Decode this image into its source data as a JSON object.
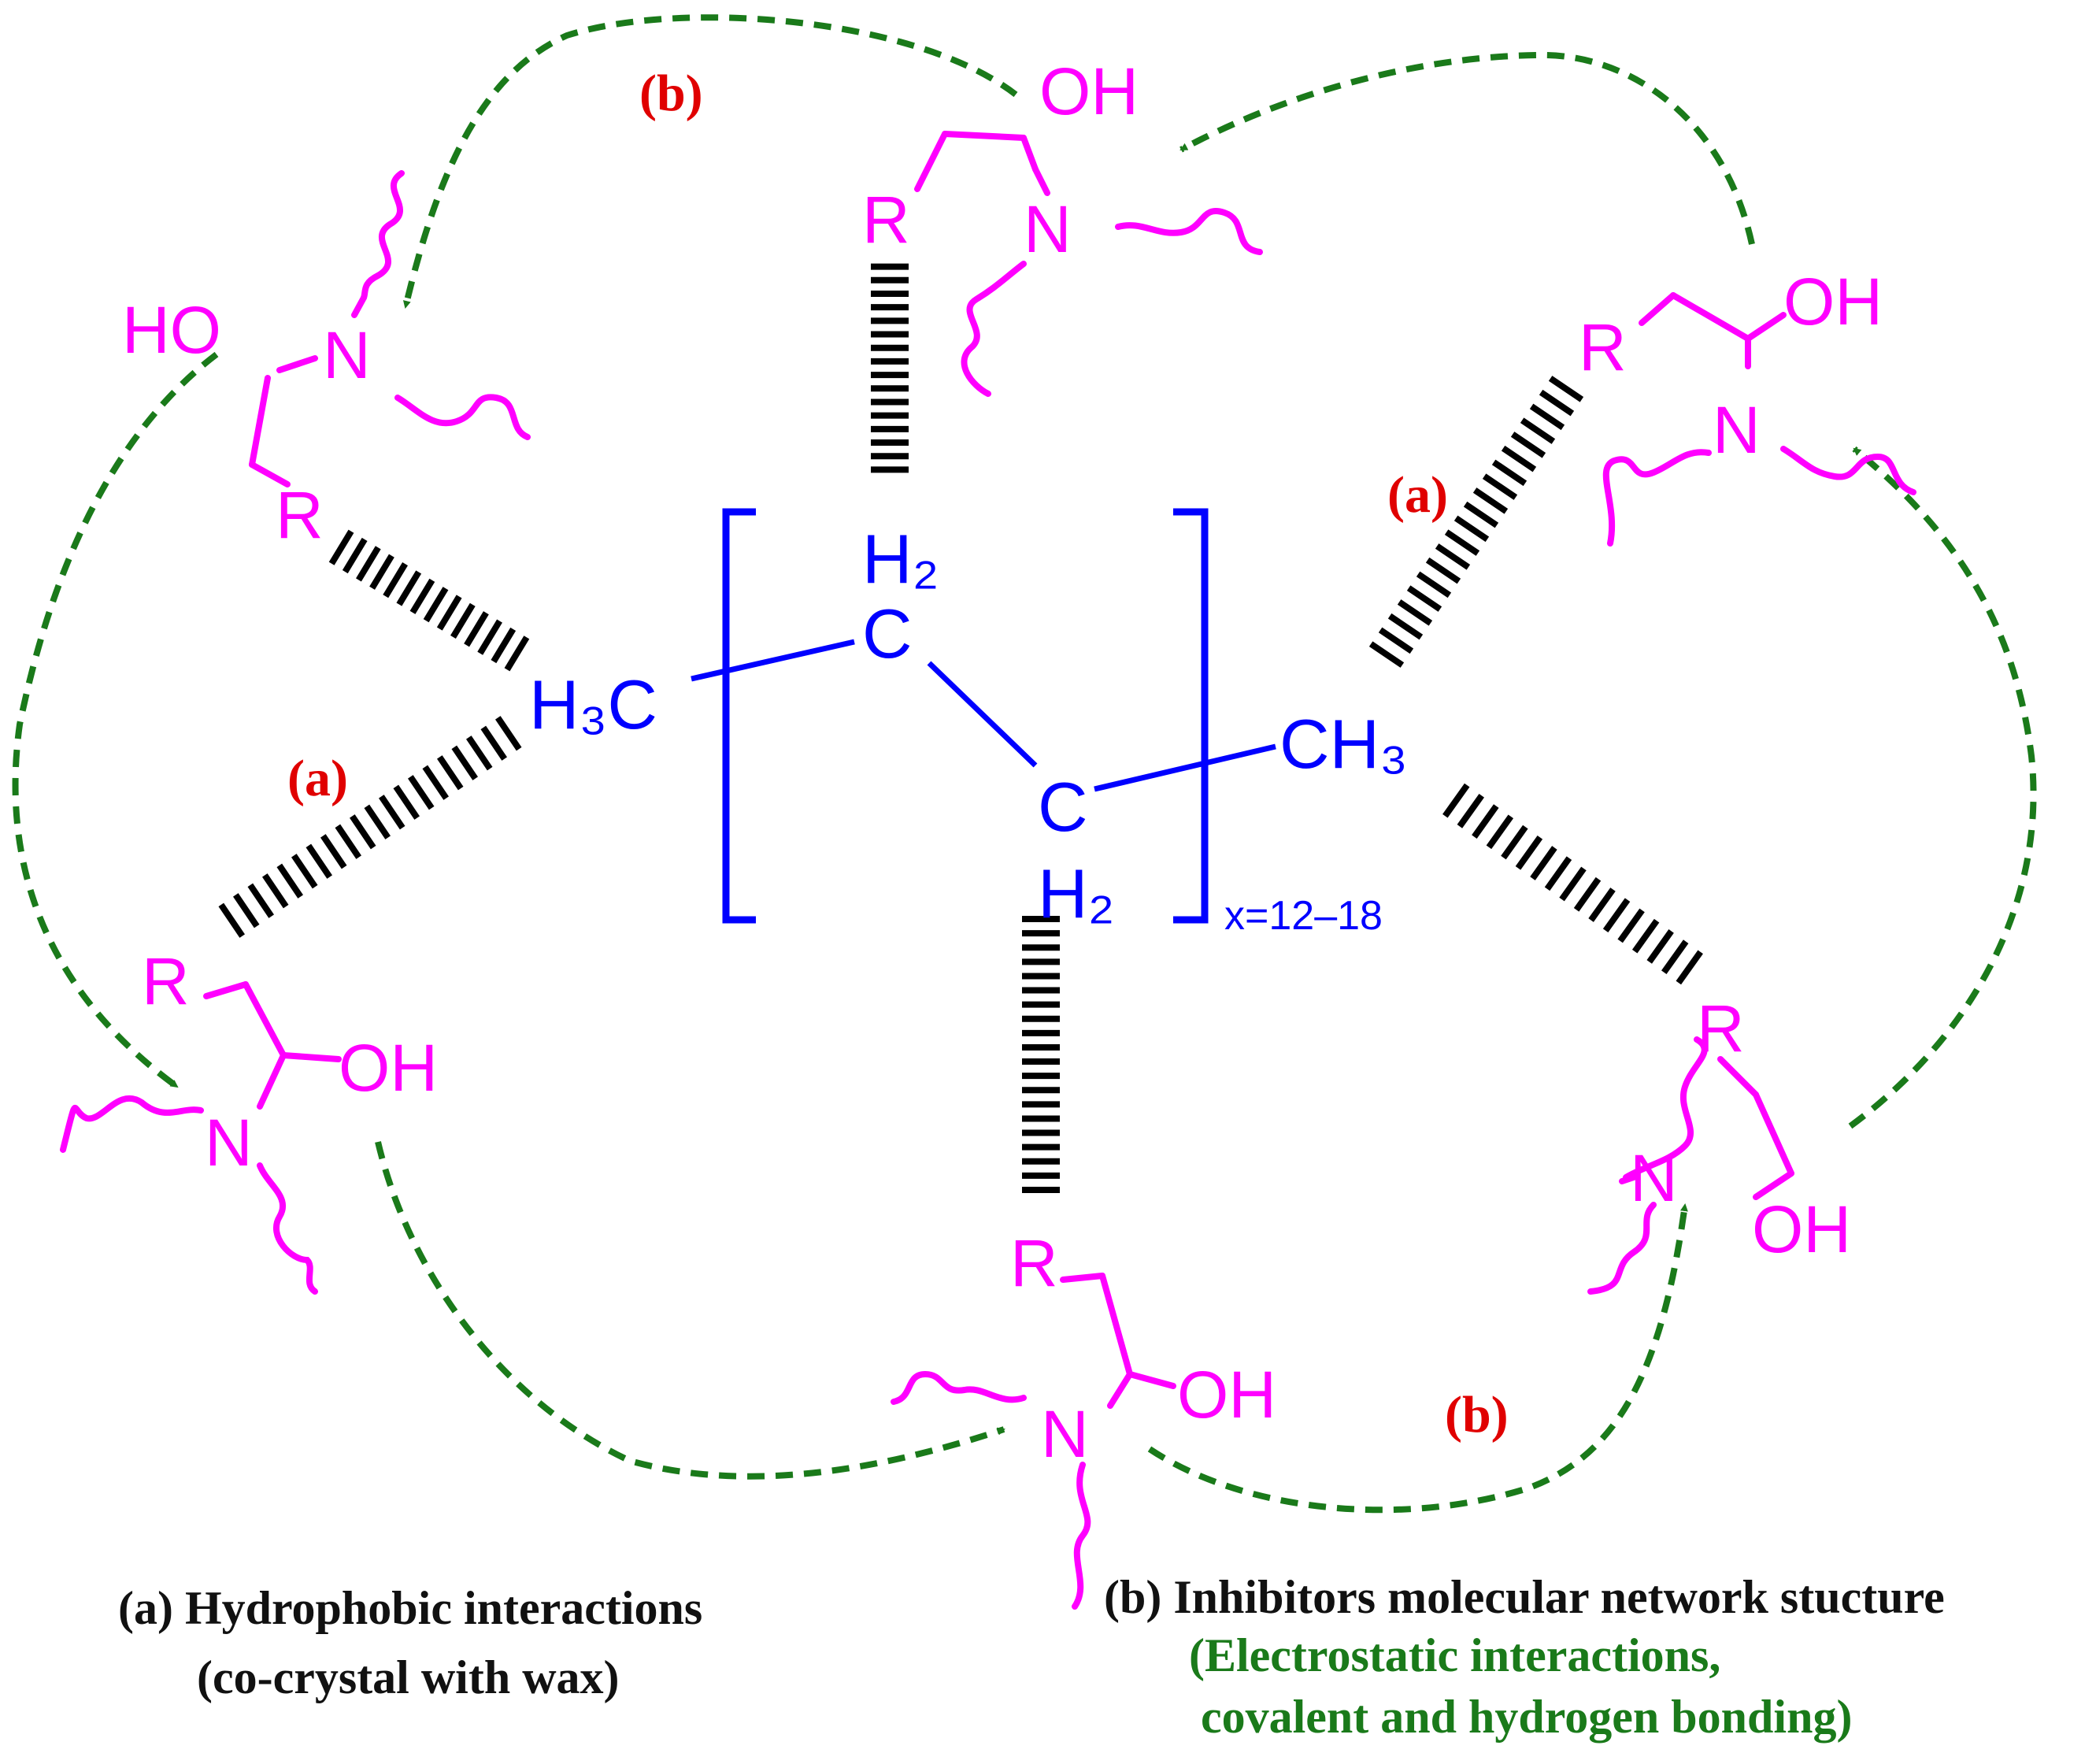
{
  "colors": {
    "inhibitor": "#ff00ff",
    "wax": "#0000ff",
    "hydrophobic": "#000000",
    "network_arrow": "#1a7a1a",
    "interaction_label": "#e00000",
    "caption_main": "#111111",
    "caption_sub": "#1a7a1a"
  },
  "wax": {
    "h3c": "H₃C",
    "ch3": "CH₃",
    "c_top": "C",
    "c_bottom": "C",
    "h2_top": "H₂",
    "h2_bottom": "H₂",
    "subscript": "x=12–18"
  },
  "inhibitors": [
    {
      "r": "R",
      "oh": "HO",
      "n": "N"
    },
    {
      "r": "R",
      "oh": "OH",
      "n": "N"
    },
    {
      "r": "R",
      "oh": "OH",
      "n": "N"
    },
    {
      "r": "R",
      "oh": "OH",
      "n": "N"
    },
    {
      "r": "R",
      "oh": "OH",
      "n": "N"
    },
    {
      "r": "R",
      "oh": "OH",
      "n": "N"
    }
  ],
  "labels": {
    "a": "(a)",
    "b": "(b)"
  },
  "captions": {
    "a_line1": "(a) Hydrophobic interactions",
    "a_line2": "(co-crystal with wax)",
    "b_line1": "(b) Inhibitors molecular network stucture",
    "b_line2": "(Electrostatic interactions,",
    "b_line3": "covalent and hydrogen bonding)"
  }
}
